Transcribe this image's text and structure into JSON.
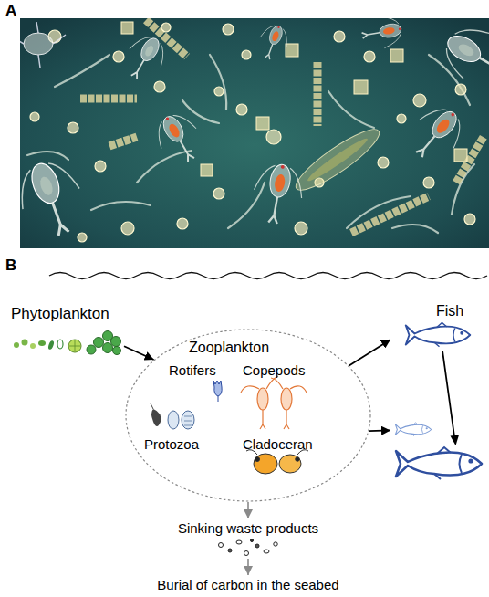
{
  "diagram": {
    "nodes": [
      {
        "text": [
          "Phytoplankton"
        ]
      },
      {
        "text": [
          "Zooplankton"
        ]
      },
      {
        "text": [
          "Rotifers"
        ],
        "in": 1
      },
      {
        "text": [
          "Copepods"
        ],
        "in": 1
      },
      {
        "text": [
          "Protozoa"
        ],
        "in": 1
      },
      {
        "text": [
          "Cladoceran"
        ],
        "in": 1
      },
      {
        "text": [
          "Fish"
        ]
      },
      {
        "text": [
          "Sinking waste products"
        ]
      },
      {
        "text": [
          "Burial of carbon in the seabed"
        ]
      }
    ],
    "edges": [
      {
        "from": 0,
        "to": 1,
        "arrow": "to"
      },
      {
        "from": 1,
        "to": 6,
        "arrow": "to"
      },
      {
        "from": 1,
        "to": 6,
        "arrow": "to"
      },
      {
        "from": 1,
        "to": 7,
        "arrow": "to"
      },
      {
        "from": 7,
        "to": 8,
        "arrow": "to"
      }
    ],
    "labels": [
      "A",
      "B"
    ]
  }
}
